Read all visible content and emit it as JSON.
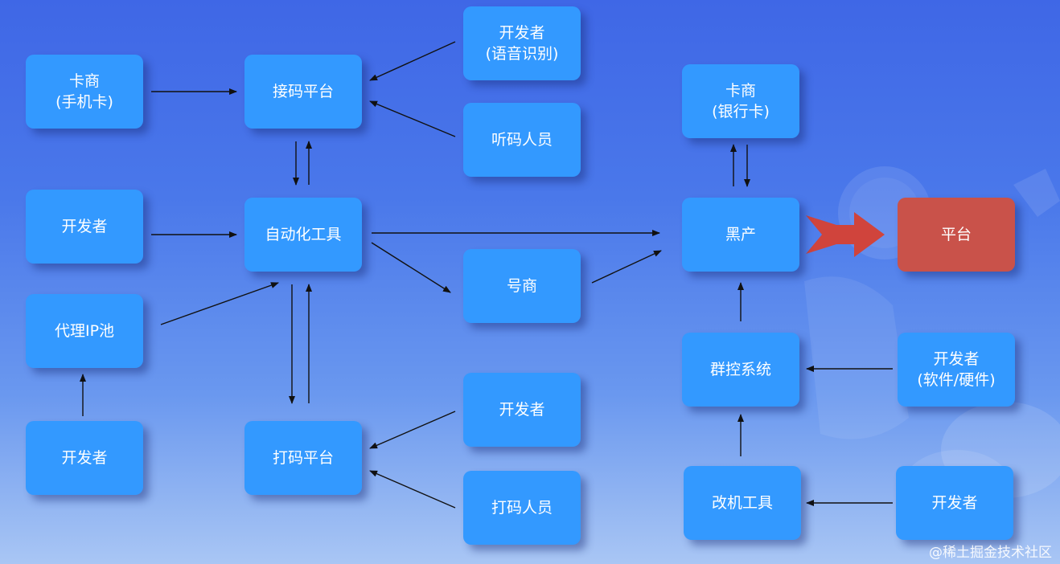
{
  "nodes": {
    "card_phone": "卡商\n(手机卡)",
    "dev_1": "开发者",
    "proxy": "代理IP池",
    "dev_2": "开发者",
    "code_platform": "接码平台",
    "automation": "自动化工具",
    "captcha_platform": "打码平台",
    "dev_voice": "开发者\n(语音识别)",
    "listener": "听码人员",
    "account_seller": "号商",
    "dev_3": "开发者",
    "captcha_worker": "打码人员",
    "card_bank": "卡商\n(银行卡)",
    "black_market": "黑产",
    "group_control": "群控系统",
    "mod_tool": "改机工具",
    "platform": "平台",
    "dev_sw_hw": "开发者\n(软件/硬件)",
    "dev_4": "开发者"
  },
  "colors": {
    "node": "#3399ff",
    "platform": "#c9524a",
    "big_arrow": "#d0443c",
    "edge": "#111111"
  },
  "watermark": "@稀土掘金技术社区"
}
